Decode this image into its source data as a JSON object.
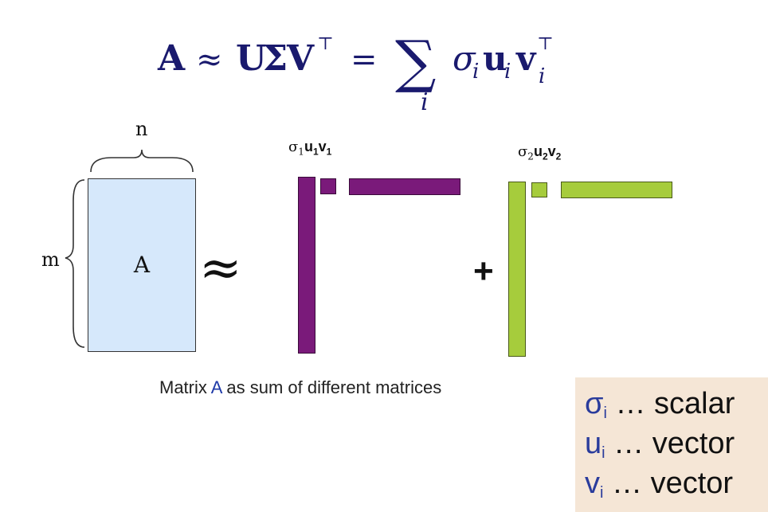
{
  "formula": {
    "A": "A",
    "approx": "≈",
    "U": "U",
    "Sigma": "Σ",
    "V": "V",
    "transpose": "⊤",
    "equals": "=",
    "sum": "∑",
    "sum_index": "i",
    "sigma": "σ",
    "u": "u",
    "v": "v",
    "index": "i"
  },
  "matrix": {
    "label": "A",
    "rows_label": "m",
    "cols_label": "n"
  },
  "approx_symbol": "≈",
  "plus_symbol": "+",
  "terms": [
    {
      "sigma": "σ",
      "u": "u",
      "v": "v",
      "sub": "1",
      "color": "#7a1a7a"
    },
    {
      "sigma": "σ",
      "u": "u",
      "v": "v",
      "sub": "2",
      "color": "#a6cc3c"
    }
  ],
  "caption": {
    "prefix": "Matrix ",
    "highlight": "A",
    "suffix": " as sum of different matrices"
  },
  "legend": {
    "rows": [
      {
        "symbol": "σ",
        "sub": "i",
        "text": " … scalar"
      },
      {
        "symbol": "u",
        "sub": "i",
        "text": " … vector"
      },
      {
        "symbol": "v",
        "sub": "i",
        "text": " … vector"
      }
    ],
    "background": "#f5e6d6"
  }
}
